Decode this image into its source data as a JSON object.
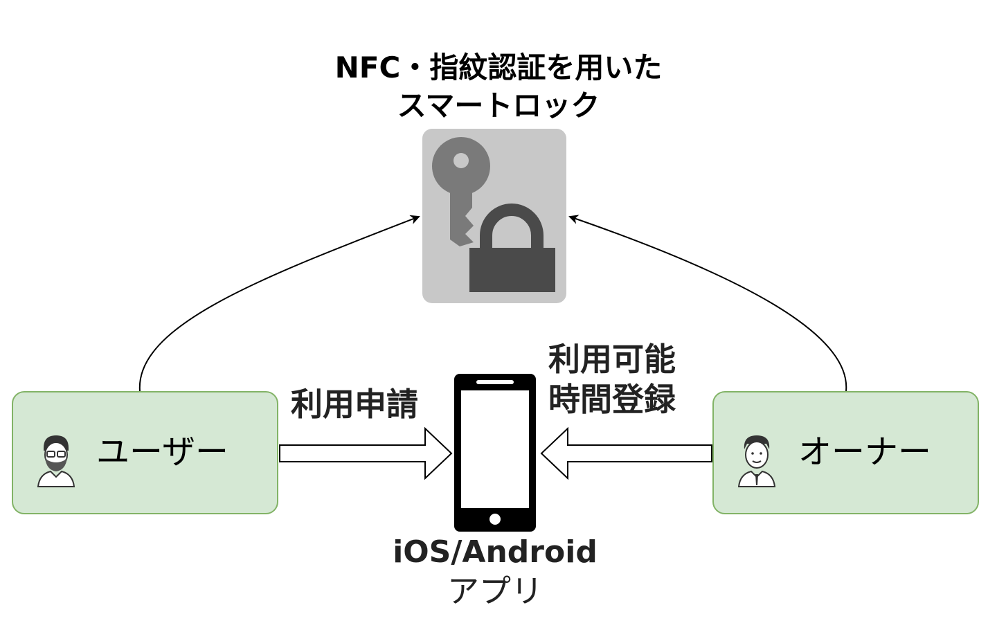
{
  "title": {
    "line1": "NFC・指紋認証を用いた",
    "line2": "スマートロック"
  },
  "smart_lock": {
    "icon": "key-lock-icon",
    "bg_color": "#c8c8c8",
    "fg_color": "#4a4a4a"
  },
  "user": {
    "label": "ユーザー",
    "icon": "bearded-man-avatar-icon"
  },
  "owner": {
    "label": "オーナー",
    "icon": "man-in-suit-avatar-icon"
  },
  "request_edge": {
    "label": "利用申請"
  },
  "register_edge": {
    "line1": "利用可能",
    "line2": "時間登録"
  },
  "app": {
    "line1": "iOS/Android",
    "line2": "アプリ",
    "icon": "smartphone-icon"
  },
  "colors": {
    "actor_fill": "#d5e8d4",
    "actor_stroke": "#82b366"
  }
}
